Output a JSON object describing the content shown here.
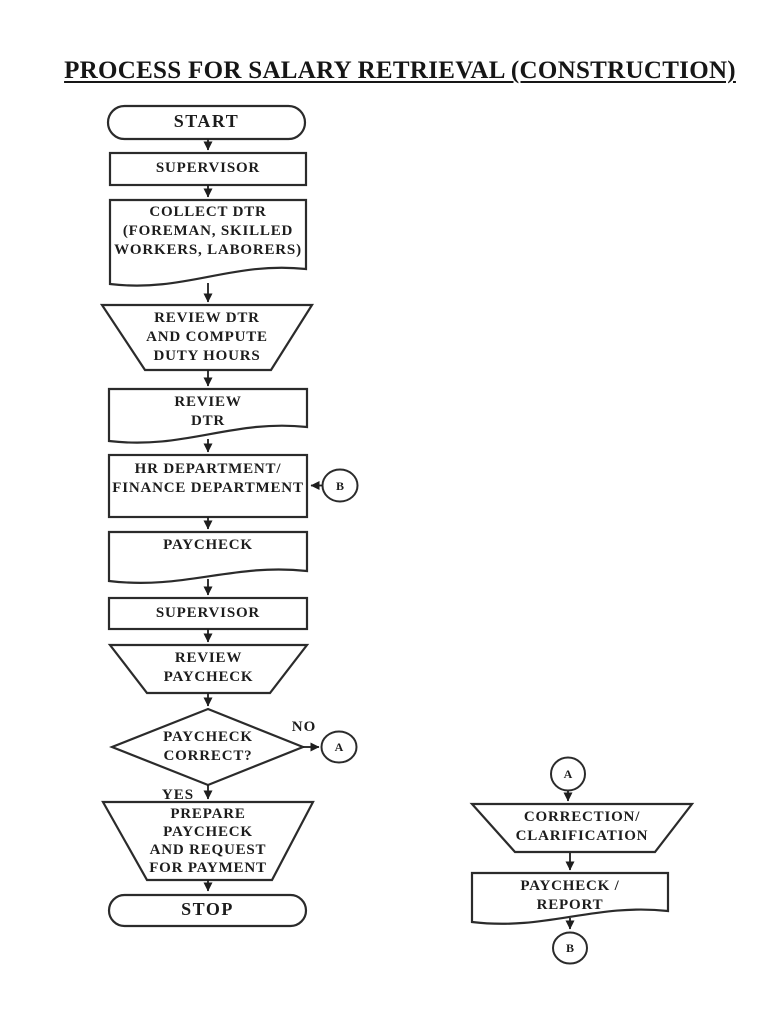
{
  "page": {
    "background": "#ffffff",
    "ink": "#2b2b2b",
    "text_color": "#1c1c1c"
  },
  "title": "PROCESS FOR SALARY RETRIEVAL (CONSTRUCTION)",
  "flowchart": {
    "nodes": {
      "start": {
        "type": "terminator",
        "label": "START"
      },
      "supervisor_1": {
        "type": "process",
        "label": "SUPERVISOR"
      },
      "collect_dtr": {
        "type": "document",
        "label": "COLLECT DTR\n(FOREMAN, SKILLED\nWORKERS, LABORERS)"
      },
      "review_dtr_compute": {
        "type": "manual_operation",
        "label": "REVIEW DTR\nAND COMPUTE\nDUTY HOURS"
      },
      "review_dtr": {
        "type": "document",
        "label": "REVIEW\nDTR"
      },
      "hr_finance": {
        "type": "process",
        "label": "HR DEPARTMENT/\nFINANCE DEPARTMENT"
      },
      "paycheck": {
        "type": "document",
        "label": "PAYCHECK"
      },
      "supervisor_2": {
        "type": "process",
        "label": "SUPERVISOR"
      },
      "review_paycheck": {
        "type": "manual_operation",
        "label": "REVIEW\nPAYCHECK"
      },
      "paycheck_correct": {
        "type": "decision",
        "label": "PAYCHECK\nCORRECT?"
      },
      "prepare_paycheck": {
        "type": "manual_operation",
        "label": "PREPARE\nPAYCHECK\nAND REQUEST\nFOR PAYMENT"
      },
      "stop": {
        "type": "terminator",
        "label": "STOP"
      },
      "correction": {
        "type": "manual_operation",
        "label": "CORRECTION/\nCLARIFICATION"
      },
      "paycheck_report": {
        "type": "document",
        "label": "PAYCHECK /\nREPORT"
      }
    },
    "connectors": {
      "b_into_hr": {
        "label": "B"
      },
      "a_from_decision": {
        "label": "A"
      },
      "a_right_top": {
        "label": "A"
      },
      "b_right_bottom": {
        "label": "B"
      }
    },
    "decision_branches": {
      "no": "NO",
      "yes": "YES"
    }
  }
}
